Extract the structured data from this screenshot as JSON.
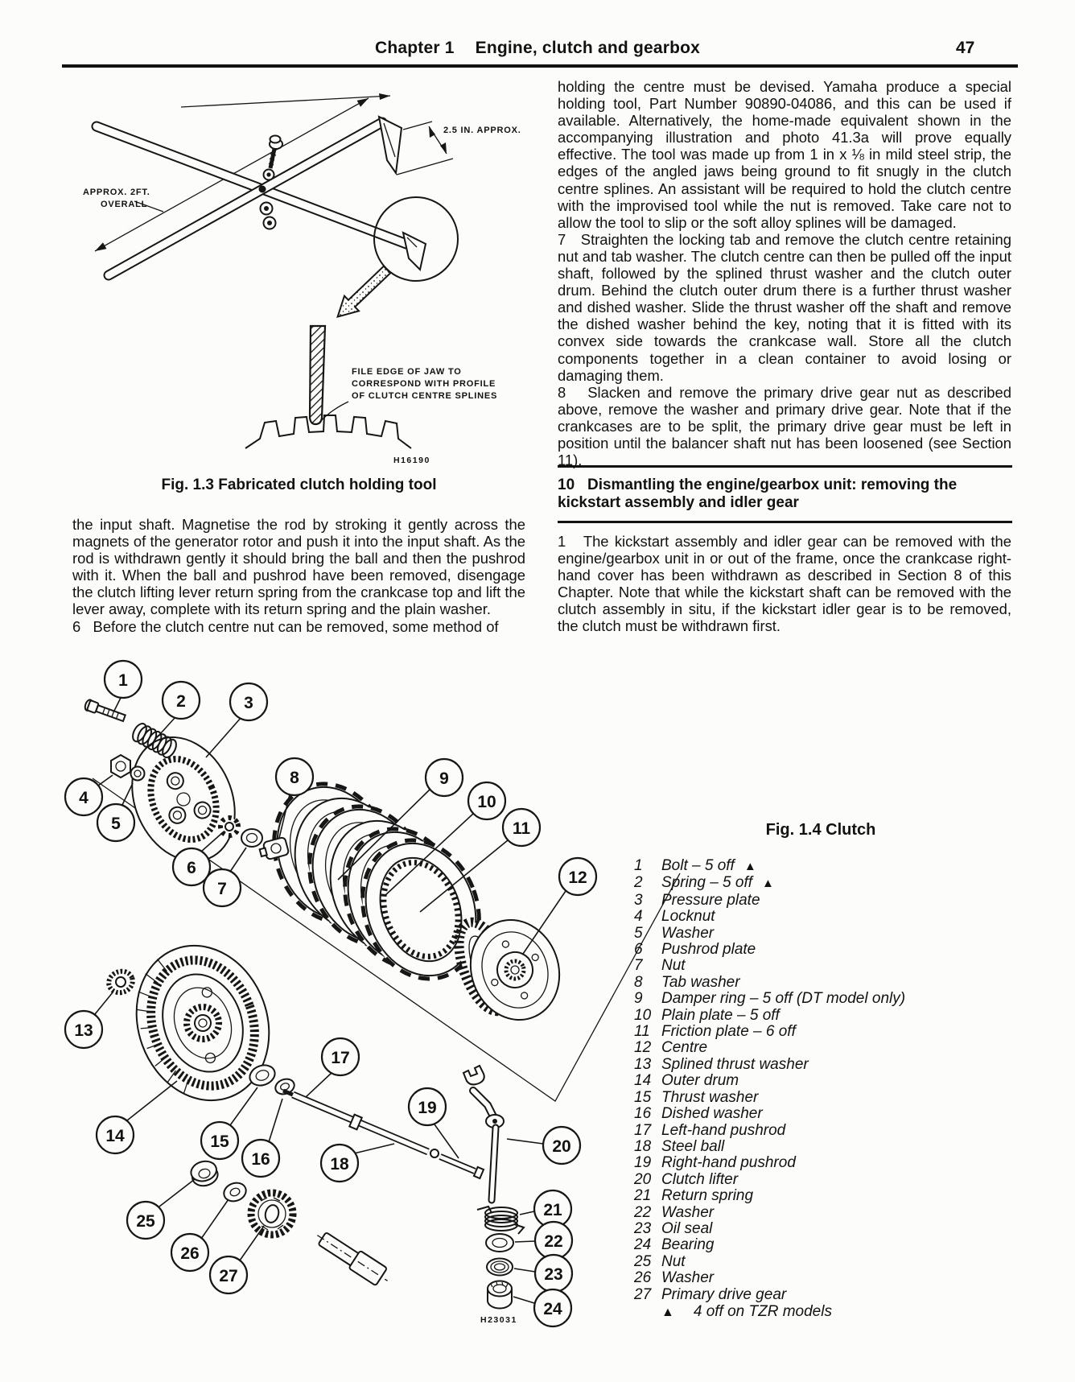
{
  "header": {
    "chapter": "Chapter 1",
    "title": "Engine, clutch and gearbox",
    "page_number": "47"
  },
  "fig13": {
    "caption": "Fig. 1.3 Fabricated clutch holding tool",
    "label_overall_line1": "APPROX. 2FT.",
    "label_overall_line2": "OVERALL",
    "label_jaw_width": "2.5 IN. APPROX.",
    "note_line1": "FILE EDGE OF JAW TO",
    "note_line2": "CORRESPOND WITH PROFILE",
    "note_line3": "OF CLUTCH CENTRE SPLINES",
    "code": "H16190"
  },
  "left_column": {
    "para5_cont": "the input shaft. Magnetise the rod by stroking it gently across the magnets of the generator rotor and push it into the input shaft. As the rod is withdrawn gently it should bring the ball and then the pushrod with it. When the ball and pushrod have been removed, disengage the clutch lifting lever return spring from the crankcase top and lift the lever away, complete with its return spring and the plain washer.",
    "para6": "6   Before the clutch centre nut can be removed, some method of"
  },
  "right_column": {
    "para6_cont": "holding the centre must be devised. Yamaha produce a special holding tool, Part Number 90890-04086, and this can be used if available. Alternatively, the home-made equivalent shown in the accompanying illustration and photo 41.3a will prove equally effective. The tool was made up from 1 in x ⅛ in mild steel strip, the edges of the angled jaws being ground to fit snugly in the clutch centre splines. An assistant will be required to hold the clutch centre with the improvised tool while the nut is removed. Take care not to allow the tool to slip or the soft alloy splines will be damaged.",
    "para7": "7   Straighten the locking tab and remove the clutch centre retaining nut and tab washer. The clutch centre can then be pulled off the input shaft, followed by the splined thrust washer and the clutch outer drum. Behind the clutch outer drum there is a further thrust washer and dished washer. Slide the thrust washer off the shaft and remove the dished washer behind the key, noting that it is fitted with its convex side towards the crankcase wall. Store all the clutch components together in a clean container to avoid losing or damaging them.",
    "para8": "8   Slacken and remove the primary drive gear nut as described above, remove the washer and primary drive gear. Note that if the crankcases are to be split, the primary drive gear must be left in position until the balancer shaft nut has been loosened (see Section 11).",
    "section10_heading": "10   Dismantling the engine/gearbox unit: removing the kickstart assembly and idler gear",
    "para1": "1   The kickstart assembly and idler gear can be removed with the engine/gearbox unit in or out of the frame, once the crankcase right-hand cover has been withdrawn as described in Section 8 of this Chapter. Note that while the kickstart shaft can be removed with the clutch assembly in situ, if the kickstart idler gear is to be removed, the clutch must be withdrawn first."
  },
  "fig14": {
    "caption": "Fig. 1.4 Clutch",
    "code": "H23031",
    "triangle": "▲",
    "footnote": "4 off on TZR models",
    "callouts": [
      "1",
      "2",
      "3",
      "4",
      "5",
      "6",
      "7",
      "8",
      "9",
      "10",
      "11",
      "12",
      "13",
      "14",
      "15",
      "16",
      "17",
      "18",
      "19",
      "20",
      "21",
      "22",
      "23",
      "24",
      "25",
      "26",
      "27"
    ],
    "parts": [
      {
        "num": "1",
        "label": "Bolt – 5 off"
      },
      {
        "num": "2",
        "label": "Spring – 5 off"
      },
      {
        "num": "3",
        "label": "Pressure plate"
      },
      {
        "num": "4",
        "label": "Locknut"
      },
      {
        "num": "5",
        "label": "Washer"
      },
      {
        "num": "6",
        "label": "Pushrod plate"
      },
      {
        "num": "7",
        "label": "Nut"
      },
      {
        "num": "8",
        "label": "Tab washer"
      },
      {
        "num": "9",
        "label": "Damper ring – 5 off (DT model only)"
      },
      {
        "num": "10",
        "label": "Plain plate – 5 off"
      },
      {
        "num": "11",
        "label": "Friction plate – 6 off"
      },
      {
        "num": "12",
        "label": "Centre"
      },
      {
        "num": "13",
        "label": "Splined thrust washer"
      },
      {
        "num": "14",
        "label": "Outer drum"
      },
      {
        "num": "15",
        "label": "Thrust washer"
      },
      {
        "num": "16",
        "label": "Dished washer"
      },
      {
        "num": "17",
        "label": "Left-hand pushrod"
      },
      {
        "num": "18",
        "label": "Steel ball"
      },
      {
        "num": "19",
        "label": "Right-hand pushrod"
      },
      {
        "num": "20",
        "label": "Clutch lifter"
      },
      {
        "num": "21",
        "label": "Return spring"
      },
      {
        "num": "22",
        "label": "Washer"
      },
      {
        "num": "23",
        "label": "Oil seal"
      },
      {
        "num": "24",
        "label": "Bearing"
      },
      {
        "num": "25",
        "label": "Nut"
      },
      {
        "num": "26",
        "label": "Washer"
      },
      {
        "num": "27",
        "label": "Primary drive gear"
      }
    ]
  }
}
